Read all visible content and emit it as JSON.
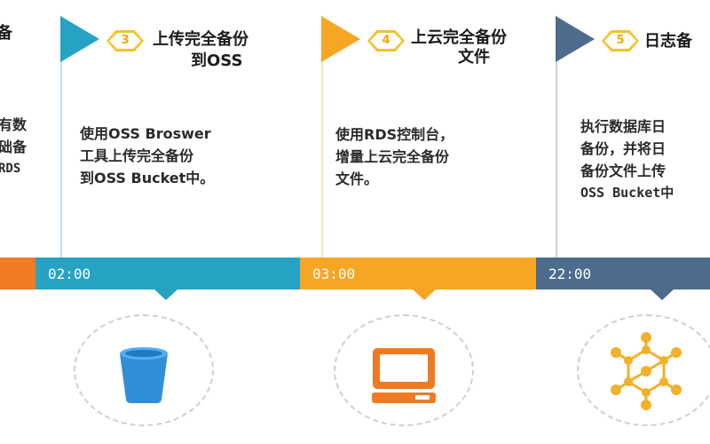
{
  "left_fragment": {
    "title_tail": "备",
    "desc_lines": [
      "有数",
      "础备",
      "RDS"
    ]
  },
  "steps": [
    {
      "number": "3",
      "title_line1": "上传完全备份",
      "title_line2": "到OSS",
      "desc_lines": [
        "使用OSS Broswer",
        "工具上传完全备份",
        "到OSS Bucket中。"
      ],
      "time": "02:00",
      "color": "#26a3c3",
      "icon": "bucket-icon"
    },
    {
      "number": "4",
      "title_line1": "上云完全备份",
      "title_line2": "文件",
      "desc_lines": [
        "使用RDS控制台，",
        "增量上云完全备份",
        "文件。"
      ],
      "time": "03:00",
      "color": "#f6a623",
      "icon": "computer-icon"
    },
    {
      "number": "5",
      "title_line1": "日志备",
      "title_line2": "",
      "desc_lines": [
        "执行数据库日",
        "备份，并将日",
        "备份文件上传",
        "OSS Bucket中"
      ],
      "time": "22:00",
      "color": "#4d6b8c",
      "icon": "network-icon"
    }
  ],
  "colors": {
    "orange_segment": "#ef7b24",
    "hex_border": "#f5c02a",
    "hex_text": "#f2a900",
    "circle_border": "#cfcfcf"
  }
}
